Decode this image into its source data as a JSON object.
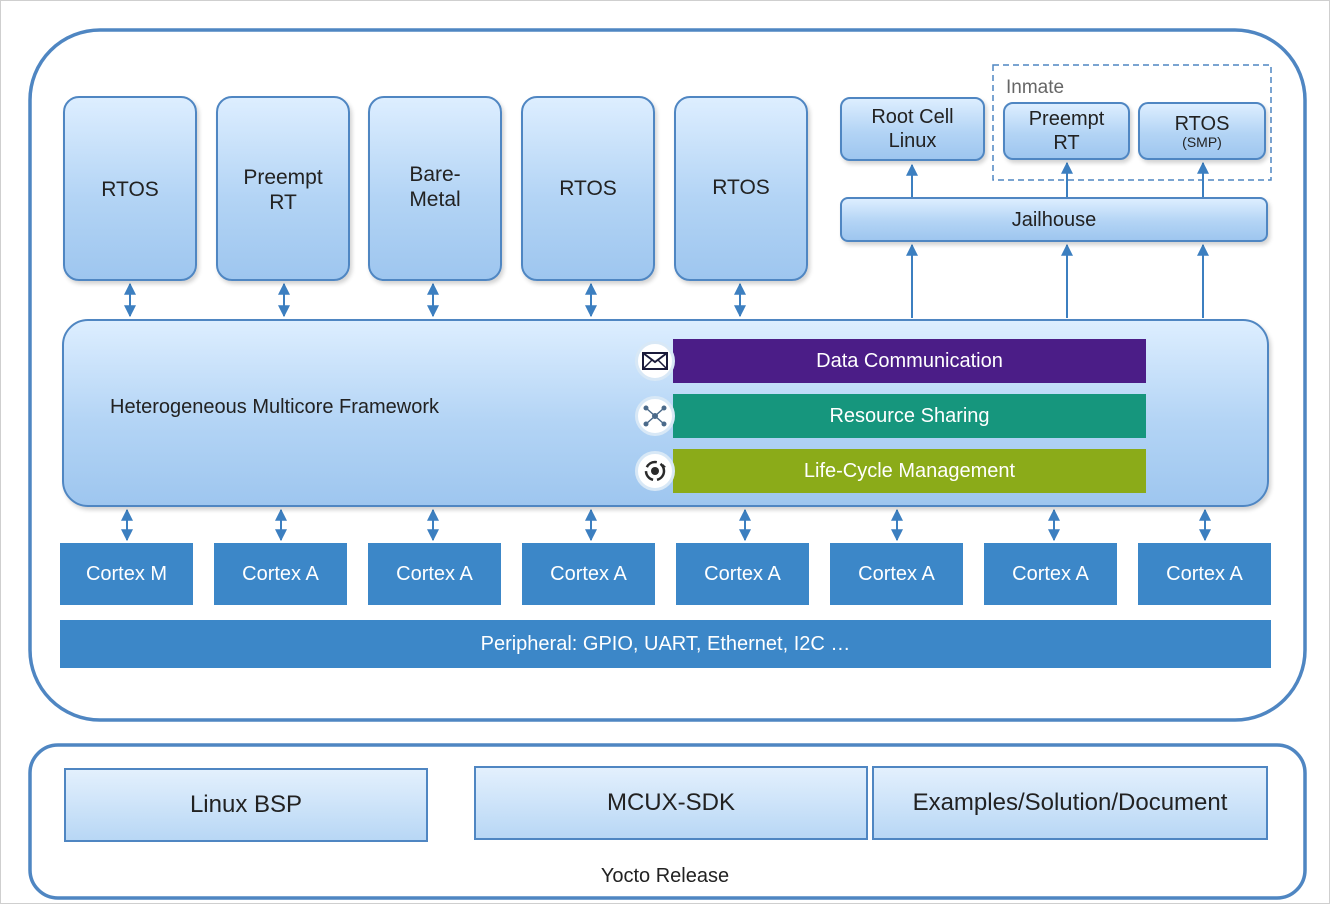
{
  "os_partitions": [
    {
      "line1": "RTOS",
      "line2": ""
    },
    {
      "line1": "Preempt",
      "line2": "RT"
    },
    {
      "line1": "Bare-",
      "line2": "Metal"
    },
    {
      "line1": "RTOS",
      "line2": ""
    },
    {
      "line1": "RTOS",
      "line2": ""
    }
  ],
  "jailhouse_group": {
    "root_cell": {
      "line1": "Root Cell",
      "line2": "Linux"
    },
    "inmate_label": "Inmate",
    "inmates": [
      {
        "line1": "Preempt",
        "line2": "RT"
      },
      {
        "line1": "RTOS",
        "line2": "(SMP)"
      }
    ],
    "hypervisor": "Jailhouse"
  },
  "framework": {
    "title": "Heterogeneous Multicore Framework",
    "features": [
      {
        "label": "Data Communication",
        "color": "#4b1d87",
        "icon": "envelope-icon"
      },
      {
        "label": "Resource Sharing",
        "color": "#16967d",
        "icon": "network-share-icon"
      },
      {
        "label": "Life-Cycle Management",
        "color": "#8bab19",
        "icon": "cycle-gear-icon"
      }
    ]
  },
  "cores": [
    "Cortex M",
    "Cortex A",
    "Cortex A",
    "Cortex A",
    "Cortex A",
    "Cortex A",
    "Cortex A",
    "Cortex A"
  ],
  "peripheral": "Peripheral: GPIO, UART, Ethernet, I2C …",
  "release": {
    "items": [
      "Linux BSP",
      "MCUX-SDK",
      "Examples/Solution/Document"
    ],
    "label": "Yocto Release"
  },
  "colors": {
    "outline": "#4f86c2",
    "core_fill": "#3c87c8",
    "arrow": "#3c7fc0"
  }
}
